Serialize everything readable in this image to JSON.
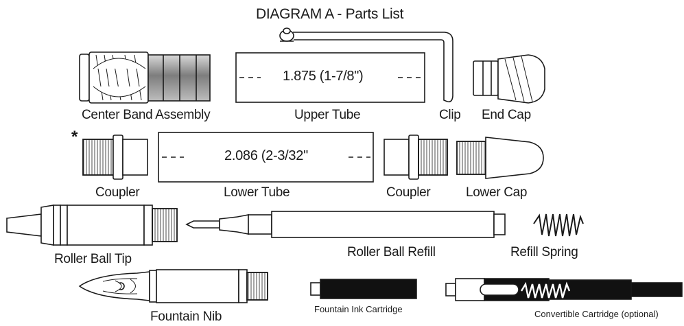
{
  "title": "DIAGRAM A - Parts List",
  "asterisk": "*",
  "parts": {
    "center_band_assembly": "Center Band Assembly",
    "upper_tube": "Upper Tube",
    "clip": "Clip",
    "end_cap": "End Cap",
    "coupler_left": "Coupler",
    "lower_tube": "Lower Tube",
    "coupler_right": "Coupler",
    "lower_cap": "Lower Cap",
    "roller_ball_tip": "Roller Ball Tip",
    "roller_ball_refill": "Roller Ball Refill",
    "refill_spring": "Refill Spring",
    "fountain_nib": "Fountain Nib",
    "fountain_ink_cartridge": "Fountain Ink Cartridge",
    "convertible_cartridge": "Convertible Cartridge (optional)"
  },
  "measurements": {
    "upper_tube": "1.875 (1-7/8\")",
    "lower_tube": "2.086 (2-3/32\""
  },
  "colors": {
    "line": "#1a1a1a",
    "band_shade": "#8a8a8a",
    "cartridge_fill": "#111111"
  }
}
